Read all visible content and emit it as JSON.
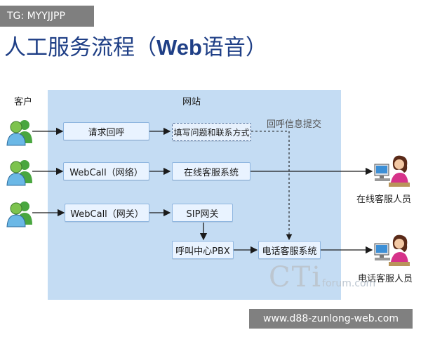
{
  "tag_text": "TG: MYYJJPP",
  "title": {
    "prefix": "人工服务流程（",
    "bold": "Web",
    "suffix": "语音）"
  },
  "labels": {
    "customer": "客户",
    "website": "网站",
    "callback_note": "回呼信息提交",
    "online_agent": "在线客服人员",
    "phone_agent": "电话客服人员"
  },
  "boxes": {
    "request_callback": "请求回呼",
    "fill_form": "填写问题和联系方式",
    "webcall_network": "WebCall（网络）",
    "online_service": "在线客服系统",
    "webcall_gateway": "WebCall（网关）",
    "sip_gateway": "SIP网关",
    "call_center_pbx": "呼叫中心PBX",
    "phone_service": "电话客服系统"
  },
  "watermark": {
    "big": "CTi",
    "small": "forum.com"
  },
  "footer_text": "www.d88-zunlong-web.com",
  "colors": {
    "title": "#1f3f86",
    "panel": "#c4dcf3",
    "box_fill": "#e9f3ff",
    "box_border": "#8fb6e0",
    "overlay": "#808080"
  },
  "icons": [
    "user-icon",
    "customer-service-agent-icon"
  ]
}
